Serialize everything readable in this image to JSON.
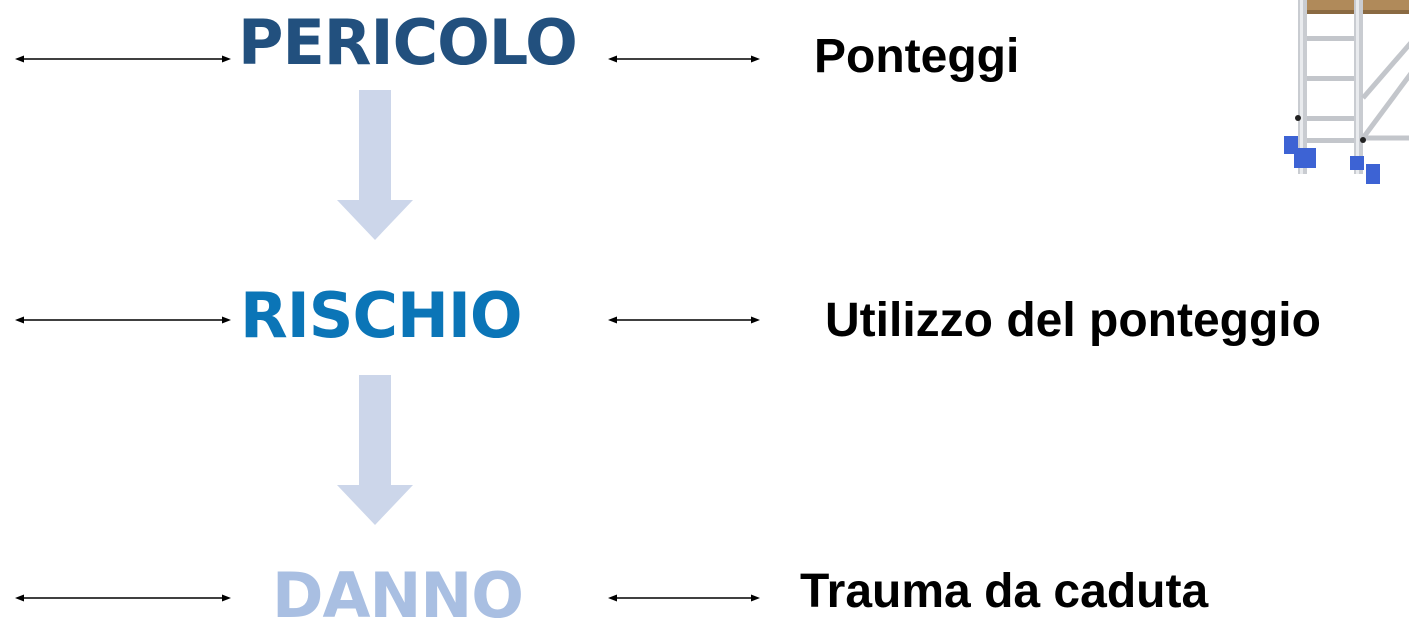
{
  "colors": {
    "pericolo": "#22507e",
    "rischio": "#0b75b7",
    "danno": "#a9bfe2",
    "flow_arrow": "#ccd6ea",
    "connector": "#000000"
  },
  "rows": [
    {
      "term": "PERICOLO",
      "example": "Ponteggi"
    },
    {
      "term": "RISCHIO",
      "example": "Utilizzo del ponteggio"
    },
    {
      "term": "DANNO",
      "example": "Trauma da caduta"
    }
  ],
  "illustration": {
    "icon": "scaffold-icon"
  }
}
